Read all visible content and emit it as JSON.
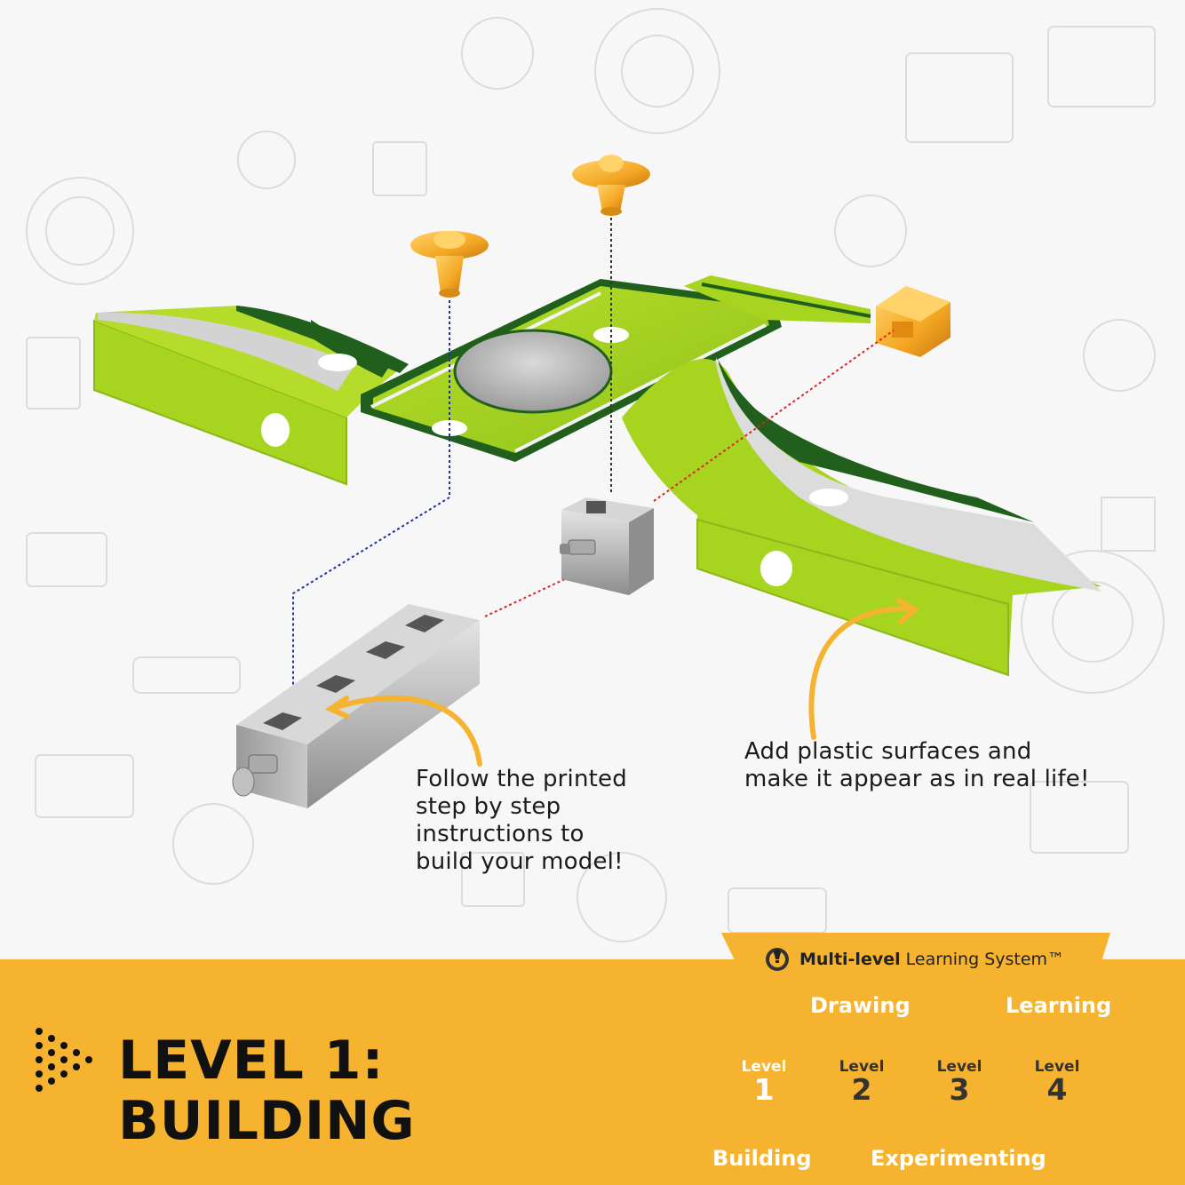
{
  "annotations": {
    "left_lines": [
      "Follow the printed",
      "step by step",
      "instructions to",
      "build your model!"
    ],
    "right_lines": [
      "Add plastic surfaces and",
      "make it appear as in real life!"
    ]
  },
  "banner": {
    "title_line1": "LEVEL 1:",
    "title_line2": "BUILDING"
  },
  "mls": {
    "header_bold": "Multi-level",
    "header_rest": " Learning System™",
    "levels": [
      {
        "word": "Level",
        "number": "1",
        "label": "Building",
        "active": true
      },
      {
        "word": "Level",
        "number": "2",
        "label": "Drawing",
        "active": false
      },
      {
        "word": "Level",
        "number": "3",
        "label": "Experimenting",
        "active": false
      },
      {
        "word": "Level",
        "number": "4",
        "label": "Learning",
        "active": false
      }
    ]
  },
  "colors": {
    "band": "#f6b330",
    "panel": "#666666",
    "level_ring": "#f6b330",
    "active_level": "#e2231a",
    "green_light": "#a4d21e",
    "green_dark": "#1f5f1c",
    "connector": "#f5a623",
    "metal": "#b8b8b8"
  }
}
